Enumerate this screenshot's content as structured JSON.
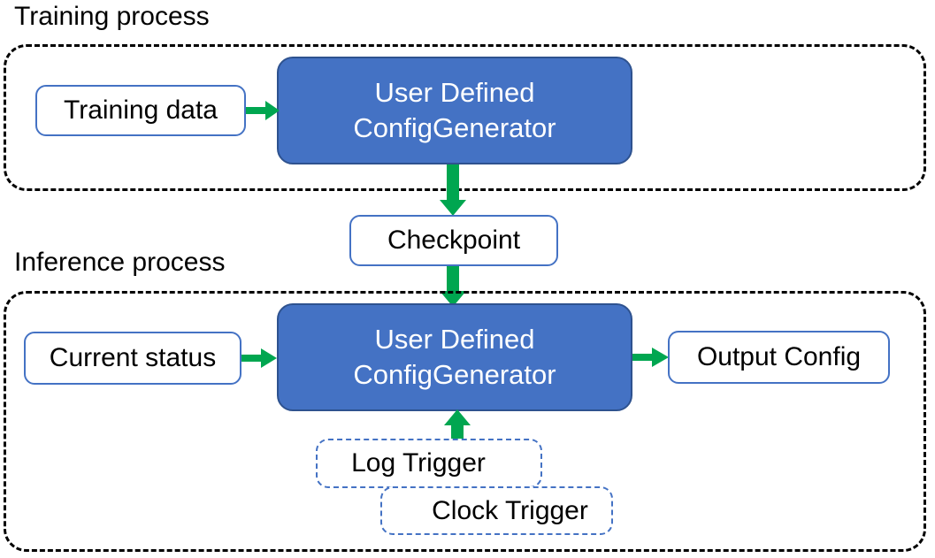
{
  "diagram": {
    "title_training": "Training process",
    "title_inference": "Inference process",
    "colors": {
      "primary_fill": "#4472C4",
      "primary_stroke": "#2E528F",
      "node_stroke": "#4472C4",
      "arrow": "#00A650",
      "container_stroke": "#000000",
      "text_on_primary": "#FFFFFF",
      "text": "#000000"
    },
    "training": {
      "input": "Training data",
      "generator_line1": "User Defined",
      "generator_line2": "ConfigGenerator"
    },
    "checkpoint": "Checkpoint",
    "inference": {
      "input": "Current status",
      "generator_line1": "User Defined",
      "generator_line2": "ConfigGenerator",
      "output": "Output Config",
      "trigger_log": "Log Trigger",
      "trigger_clock": "Clock Trigger"
    },
    "arrows": [
      {
        "name": "training-data-to-generator",
        "from": "Training data",
        "to": "User Defined ConfigGenerator",
        "direction": "right"
      },
      {
        "name": "generator-to-checkpoint",
        "from": "User Defined ConfigGenerator",
        "to": "Checkpoint",
        "direction": "down"
      },
      {
        "name": "checkpoint-to-generator",
        "from": "Checkpoint",
        "to": "User Defined ConfigGenerator",
        "direction": "down"
      },
      {
        "name": "current-status-to-generator",
        "from": "Current status",
        "to": "User Defined ConfigGenerator",
        "direction": "right"
      },
      {
        "name": "generator-to-output-config",
        "from": "User Defined ConfigGenerator",
        "to": "Output Config",
        "direction": "right"
      },
      {
        "name": "triggers-to-generator",
        "from": "Log Trigger / Clock Trigger",
        "to": "User Defined ConfigGenerator",
        "direction": "up"
      }
    ]
  }
}
